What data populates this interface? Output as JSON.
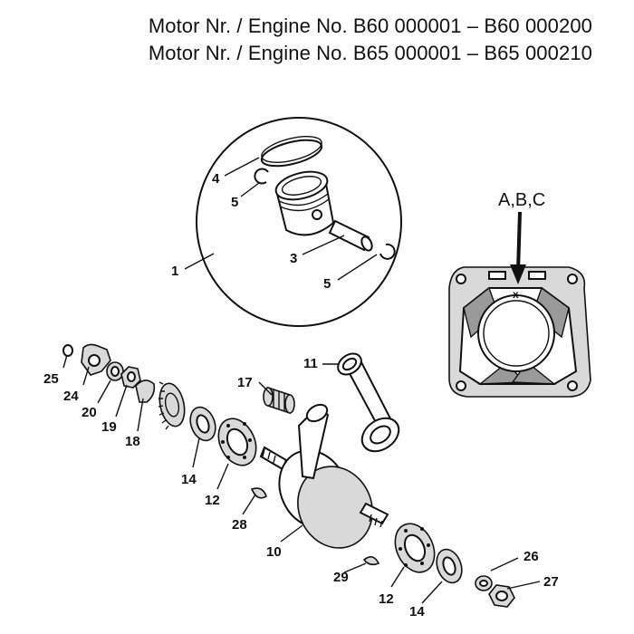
{
  "header": {
    "line1": "Motor Nr. / Engine No. B60 000001 – B60 000200",
    "line2": "Motor Nr. / Engine No. B65 000001 – B65 000210"
  },
  "reference_label": "A,B,C",
  "cylinder_mark": "x",
  "callouts": {
    "c1": "1",
    "c3": "3",
    "c4": "4",
    "c5a": "5",
    "c5b": "5",
    "c10": "10",
    "c11": "11",
    "c12a": "12",
    "c12b": "12",
    "c14a": "14",
    "c14b": "14",
    "c17": "17",
    "c18": "18",
    "c19": "19",
    "c20": "20",
    "c24": "24",
    "c25": "25",
    "c26": "26",
    "c27": "27",
    "c28": "28",
    "c29": "29"
  }
}
